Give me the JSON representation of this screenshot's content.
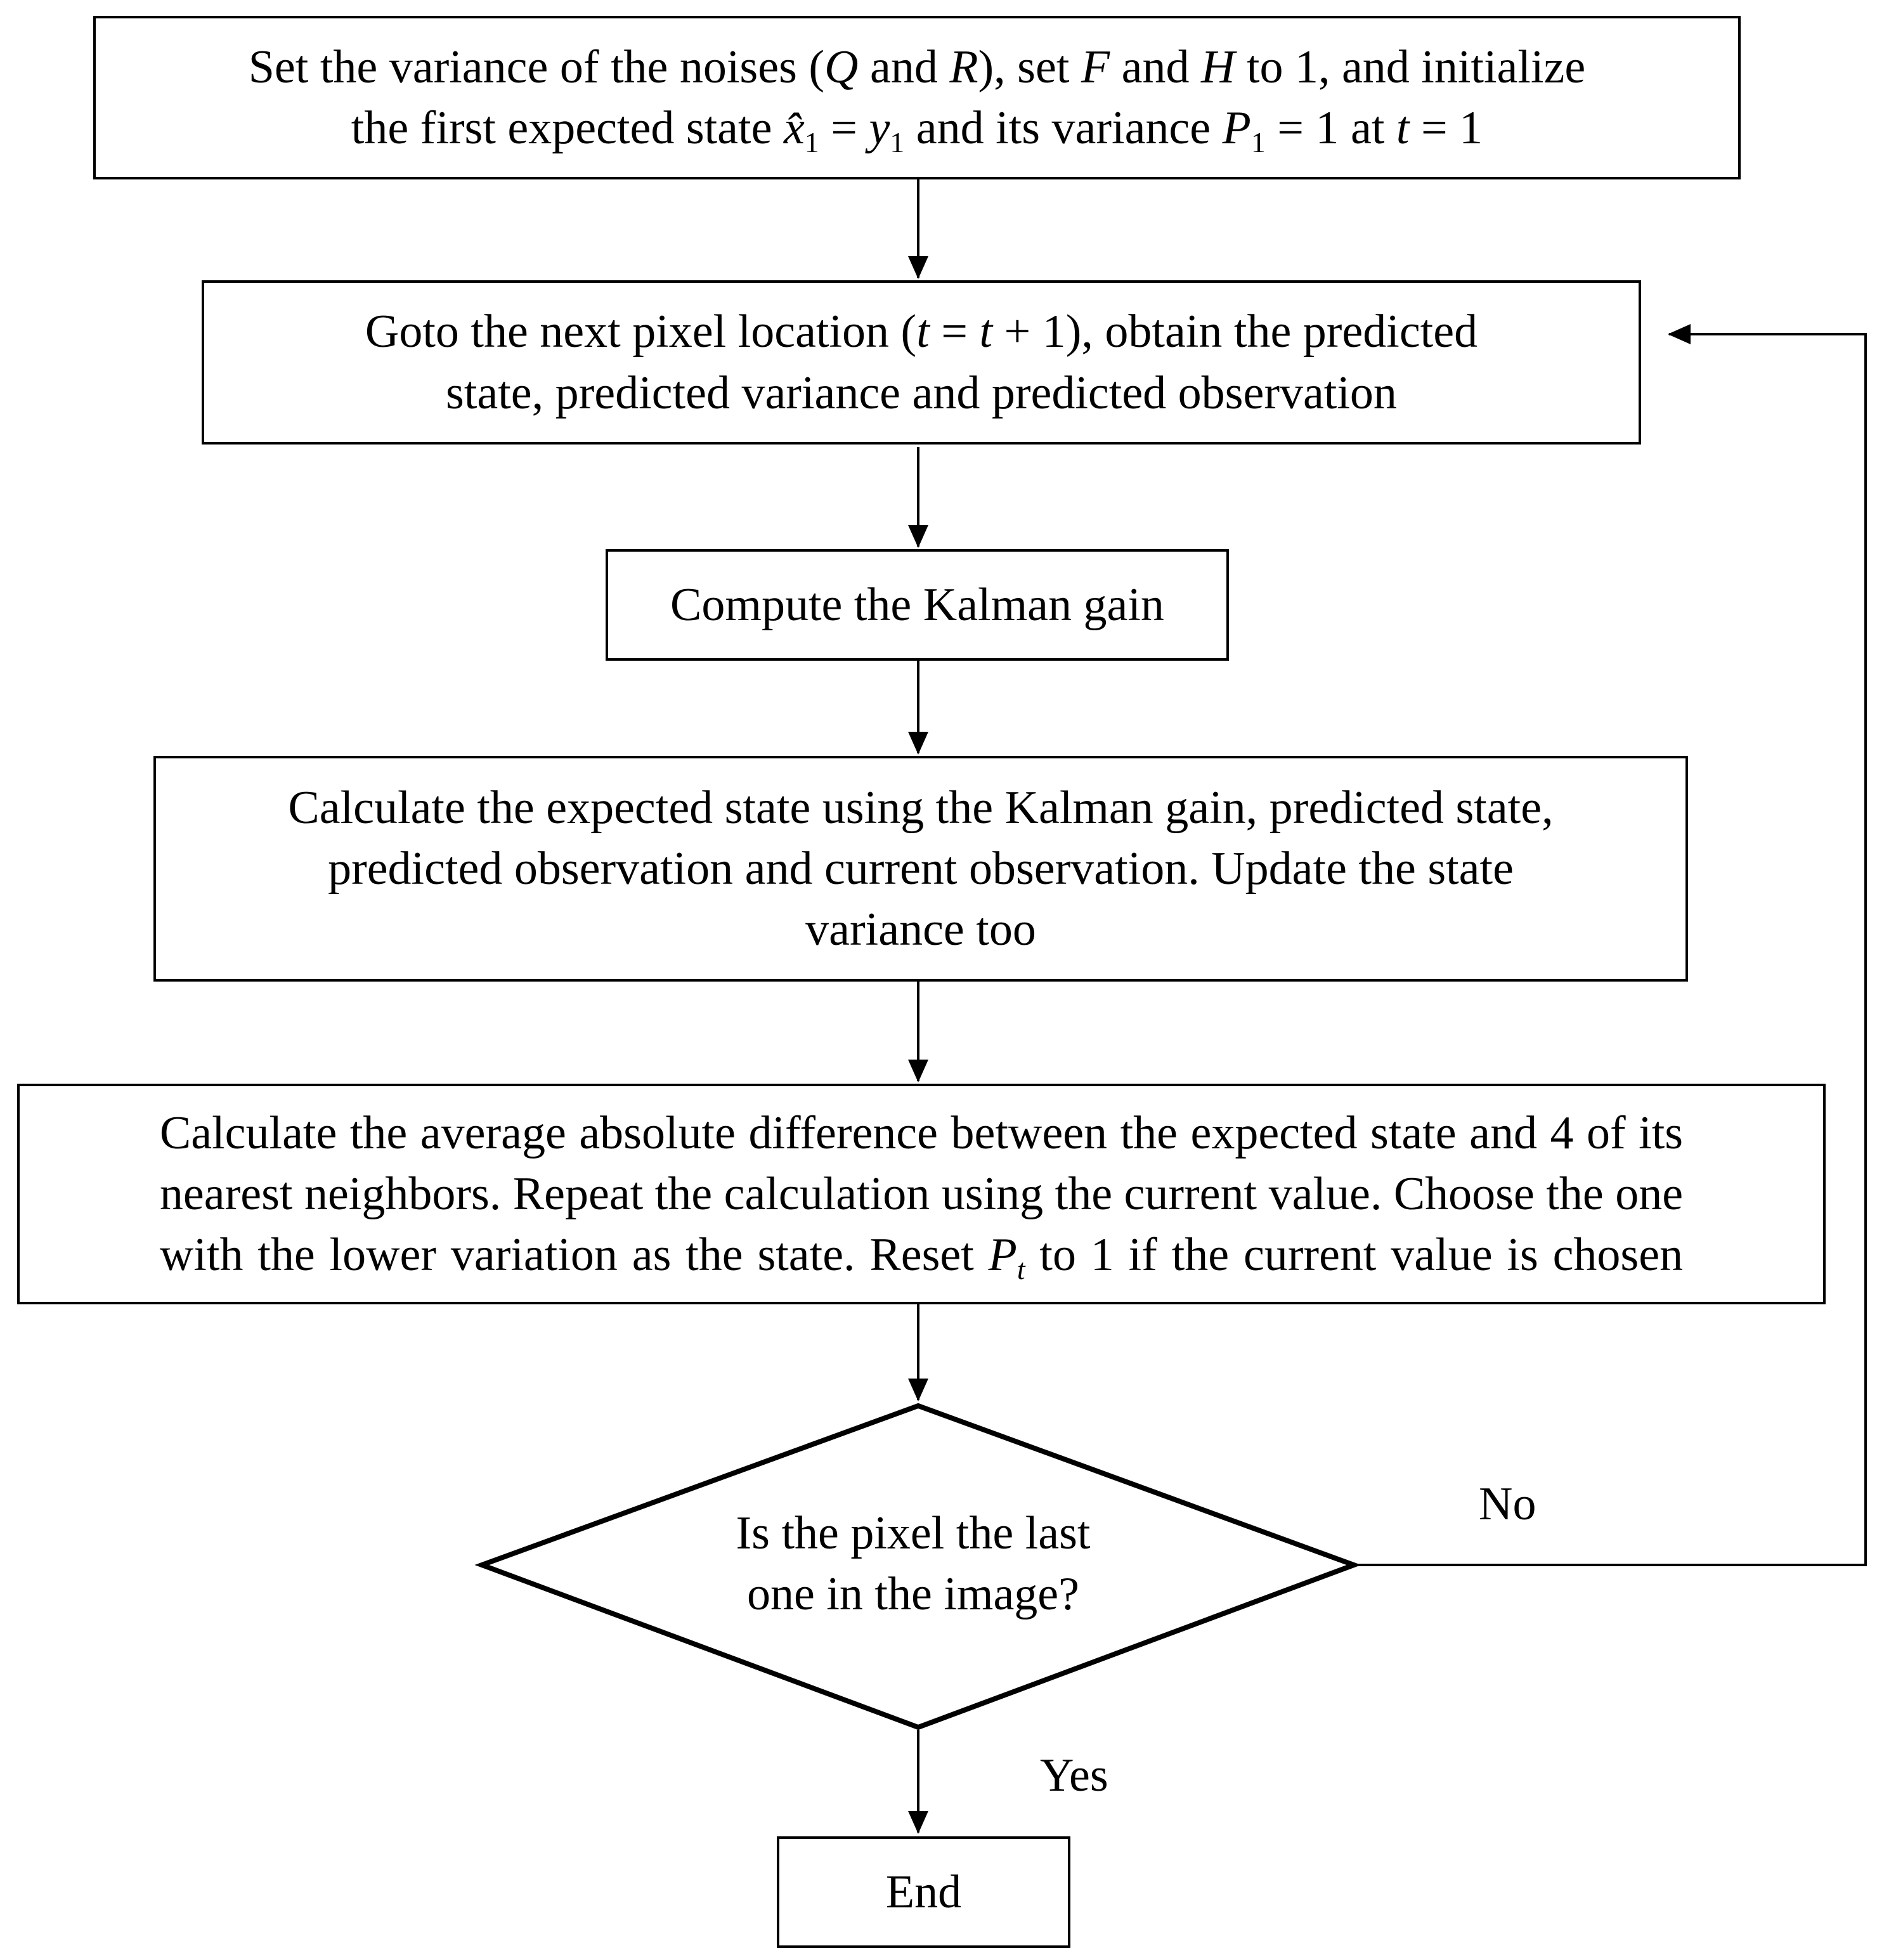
{
  "nodes": {
    "init": {
      "parts_line1": [
        {
          "t": "Set the variance of the noises ("
        },
        {
          "t": "Q",
          "i": true
        },
        {
          "t": " and "
        },
        {
          "t": "R",
          "i": true
        },
        {
          "t": "), set "
        },
        {
          "t": "F",
          "i": true
        },
        {
          "t": " and "
        },
        {
          "t": "H",
          "i": true
        },
        {
          "t": " to 1, and initialize"
        }
      ],
      "parts_line2": [
        {
          "t": "the first expected state "
        },
        {
          "t": "x̂",
          "i": true
        },
        {
          "t": "1",
          "sub": true
        },
        {
          "t": " = "
        },
        {
          "t": "y",
          "i": true
        },
        {
          "t": "1",
          "sub": true
        },
        {
          "t": " and its variance "
        },
        {
          "t": "P",
          "i": true
        },
        {
          "t": "1",
          "sub": true
        },
        {
          "t": " = 1 at "
        },
        {
          "t": "t",
          "i": true
        },
        {
          "t": " = 1"
        }
      ]
    },
    "predict": {
      "parts_line1": [
        {
          "t": "Goto the next pixel location ("
        },
        {
          "t": "t",
          "i": true
        },
        {
          "t": " = "
        },
        {
          "t": "t",
          "i": true
        },
        {
          "t": " + 1), obtain the predicted"
        }
      ],
      "line2": "state, predicted variance and predicted observation"
    },
    "gain": {
      "text": "Compute the Kalman gain"
    },
    "update": {
      "line1": "Calculate the expected state using the Kalman gain, predicted state,",
      "line2": "predicted observation and current observation. Update the state",
      "line3": "variance too"
    },
    "compare": {
      "line1": "Calculate the average absolute difference between the expected state and 4 of its",
      "line2": "nearest neighbors. Repeat the calculation using the current value. Choose the one",
      "parts_line3": [
        {
          "t": "with the lower variation as the state. Reset "
        },
        {
          "t": "P",
          "i": true
        },
        {
          "t": "t",
          "sub": true,
          "i": true
        },
        {
          "t": " to 1 if the current value is chosen"
        }
      ]
    },
    "decision": {
      "line1": "Is the pixel the last",
      "line2": "one in the image?"
    },
    "end": {
      "text": "End"
    }
  },
  "edges": {
    "no_label": "No",
    "yes_label": "Yes"
  }
}
